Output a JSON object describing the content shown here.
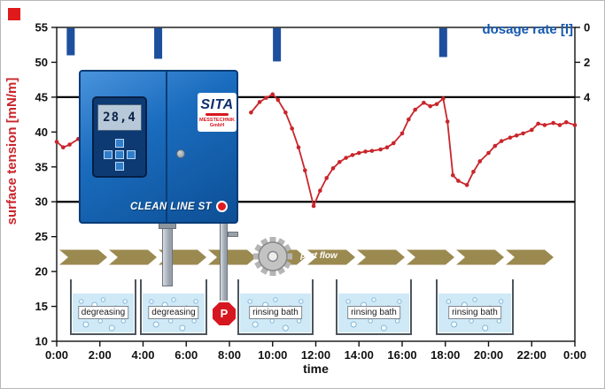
{
  "page": {
    "background": "#ffffff",
    "border_color": "#b8b8b8"
  },
  "corner_mark_color": "#e01a1a",
  "chart_data": {
    "type": "mixed",
    "title": "",
    "x_axis": {
      "label": "time",
      "tick_labels": [
        "0:00",
        "2:00",
        "4:00",
        "6:00",
        "8:00",
        "10:00",
        "12:00",
        "14:00",
        "16:00",
        "18:00",
        "20:00",
        "22:00",
        "0:00"
      ],
      "tick_hours": [
        0,
        2,
        4,
        6,
        8,
        10,
        12,
        14,
        16,
        18,
        20,
        22,
        24
      ],
      "range_hours": [
        0,
        24
      ]
    },
    "y_left": {
      "label": "surface tension [mN/m]",
      "color": "#c9252b",
      "ticks": [
        10,
        15,
        20,
        25,
        30,
        35,
        40,
        45,
        50,
        55
      ],
      "range": [
        10,
        55
      ]
    },
    "y_right": {
      "label": "dosage rate [l]",
      "color": "#1558b0",
      "tick_color": "#111111",
      "ticks": [
        0,
        2,
        4
      ],
      "range": [
        0,
        4
      ],
      "inverted": true
    },
    "limit_lines": {
      "values": [
        45,
        30
      ],
      "color": "#000000"
    },
    "series": [
      {
        "name": "surface tension",
        "type": "line",
        "color": "#c9252b",
        "marker": "circle",
        "segments": [
          {
            "t": [
              0,
              0.3,
              0.6,
              1.0
            ],
            "v": [
              38.6,
              37.8,
              38.2,
              39.0
            ]
          },
          {
            "t": [
              9.0,
              9.4,
              9.7,
              10.0,
              10.25,
              10.6,
              10.9,
              11.2,
              11.5,
              11.9,
              12.2,
              12.5,
              12.8,
              13.1,
              13.4,
              13.7,
              14.0,
              14.3,
              14.6,
              15.0,
              15.3,
              15.6,
              16.0,
              16.3,
              16.6,
              17.0,
              17.3,
              17.6,
              17.9,
              18.1,
              18.35,
              18.6,
              19.0,
              19.3,
              19.6,
              20.0,
              20.3,
              20.6,
              21.0,
              21.3,
              21.6,
              22.0,
              22.3,
              22.6,
              23.0,
              23.3,
              23.6,
              24.0
            ],
            "v": [
              42.8,
              44.3,
              44.9,
              45.4,
              44.6,
              42.8,
              40.5,
              37.8,
              34.5,
              29.4,
              31.6,
              33.4,
              34.8,
              35.7,
              36.3,
              36.7,
              37.0,
              37.2,
              37.3,
              37.5,
              37.8,
              38.4,
              39.8,
              41.8,
              43.2,
              44.2,
              43.7,
              44.0,
              44.8,
              41.5,
              33.8,
              33.0,
              32.4,
              34.3,
              35.8,
              37.0,
              38.0,
              38.7,
              39.2,
              39.5,
              39.8,
              40.3,
              41.2,
              41.0,
              41.3,
              41.0,
              41.4,
              41.0
            ]
          }
        ]
      },
      {
        "name": "dosage events",
        "type": "bar",
        "axis": "right",
        "color": "#1d4f9e",
        "bars": [
          {
            "t": 0.65,
            "amount": 1.6
          },
          {
            "t": 4.7,
            "amount": 1.8
          },
          {
            "t": 10.2,
            "amount": 1.95
          },
          {
            "t": 17.9,
            "amount": 1.7
          }
        ]
      }
    ],
    "notes": "surface tension line hidden behind device illustration between ~1:00 and ~9:00"
  },
  "device": {
    "display_value": "28,4",
    "brand": "SITA",
    "brand_sub": "MESSTECHNIK GmbH",
    "model": "CLEAN LINE ST",
    "pump_label": "P"
  },
  "process": {
    "part_flow_label": "part flow",
    "conveyor_color": "#9b8a50",
    "water_color": "#cfe9f7",
    "tanks": [
      {
        "label": "degreasing"
      },
      {
        "label": "degreasing"
      },
      {
        "label": "rinsing bath"
      },
      {
        "label": "rinsing bath"
      },
      {
        "label": "rinsing bath"
      }
    ]
  }
}
